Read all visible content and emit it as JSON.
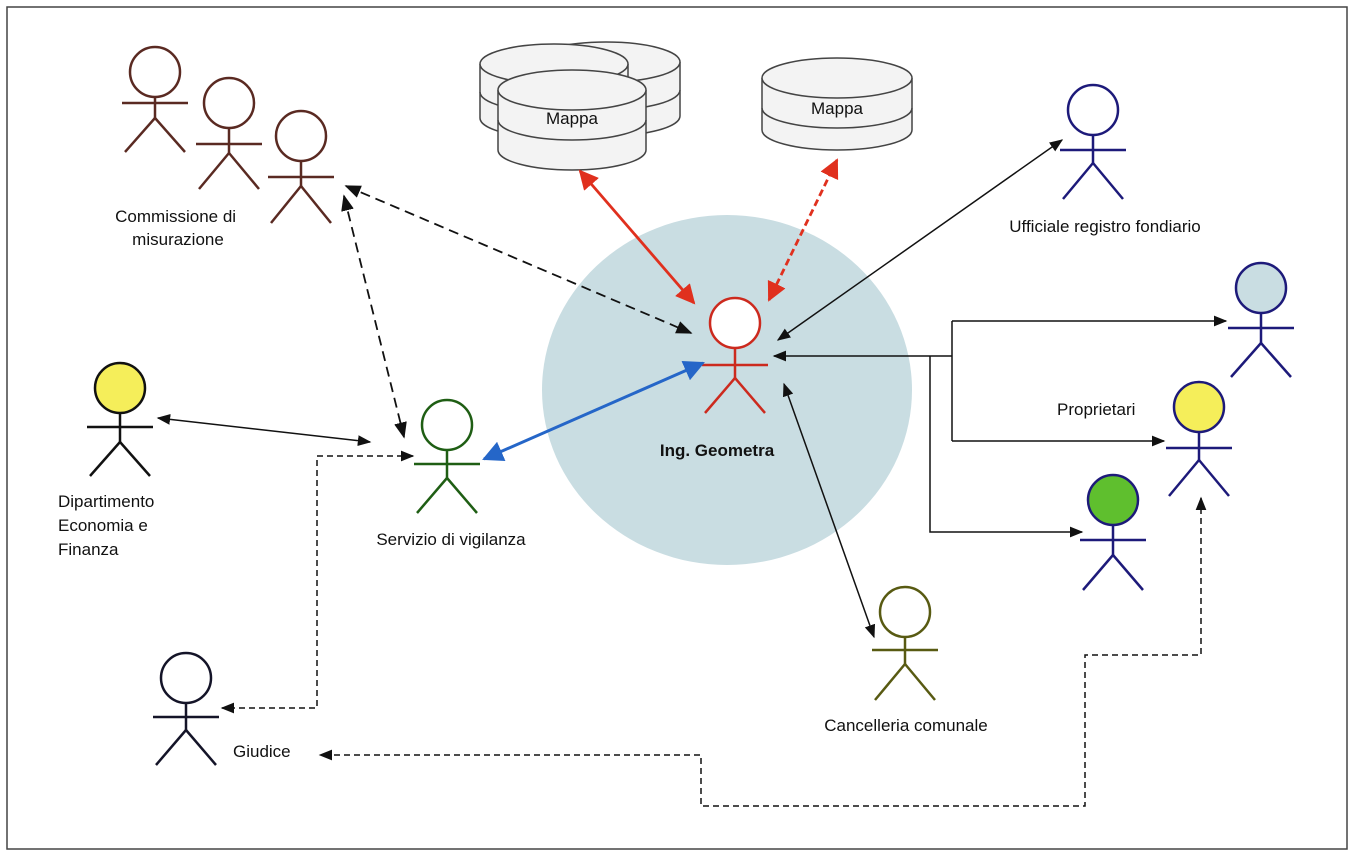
{
  "diagram": {
    "center_actor": "Ing. Geometra",
    "databases": [
      {
        "label": "Mappa"
      },
      {
        "label": "Mappa"
      }
    ],
    "actors": {
      "commissione": "Commissione di\nmisurazione",
      "ufficiale": "Ufficiale registro fondiario",
      "proprietari": "Proprietari",
      "dipartimento": "Dipartimento\nEconomia e\nFinanza",
      "vigilanza": "Servizio di vigilanza",
      "cancelleria": "Cancelleria comunale",
      "giudice": "Giudice"
    },
    "colors": {
      "commissione": "#5a2a22",
      "geometra": "#cc2a1e",
      "ufficiale": "#1d1a7a",
      "proprietari_stroke": "#1d1a7a",
      "proprietario_1_head": "#c9dde2",
      "proprietario_2_head": "#f5ee5a",
      "proprietario_3_head": "#5fbf2e",
      "dipartimento_head": "#f5ee5a",
      "vigilanza": "#1f5e14",
      "cancelleria": "#585a12",
      "giudice": "#141428",
      "center_circle": "#c9dde2",
      "red_arrow": "#e0301e",
      "blue_arrow": "#2566c8",
      "black_arrow": "#111111"
    }
  }
}
